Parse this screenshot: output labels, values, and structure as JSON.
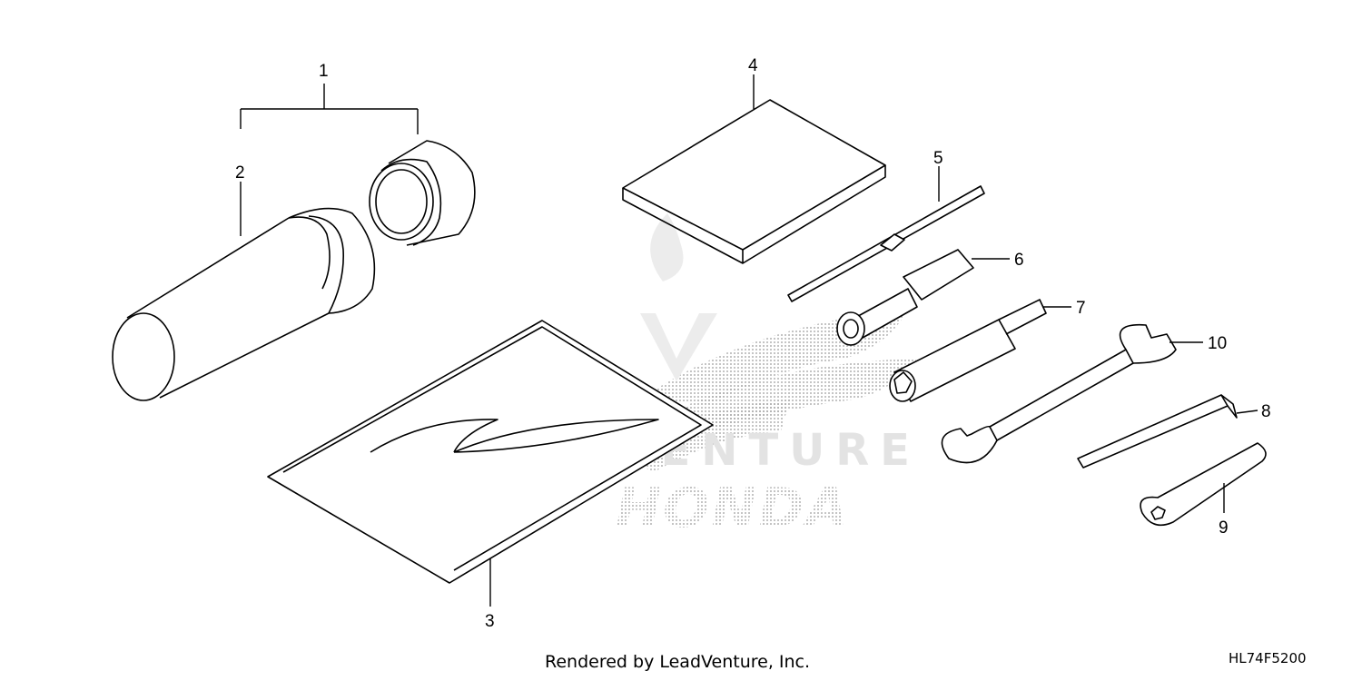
{
  "callouts": [
    "1",
    "2",
    "3",
    "4",
    "5",
    "6",
    "7",
    "8",
    "9",
    "10"
  ],
  "footer": {
    "credit": "Rendered by LeadVenture, Inc.",
    "code": "HL74F5200"
  },
  "watermark": {
    "brand": "HONDA",
    "renderer": "LEADVENTURE",
    "icon": "wing-logo-icon"
  }
}
